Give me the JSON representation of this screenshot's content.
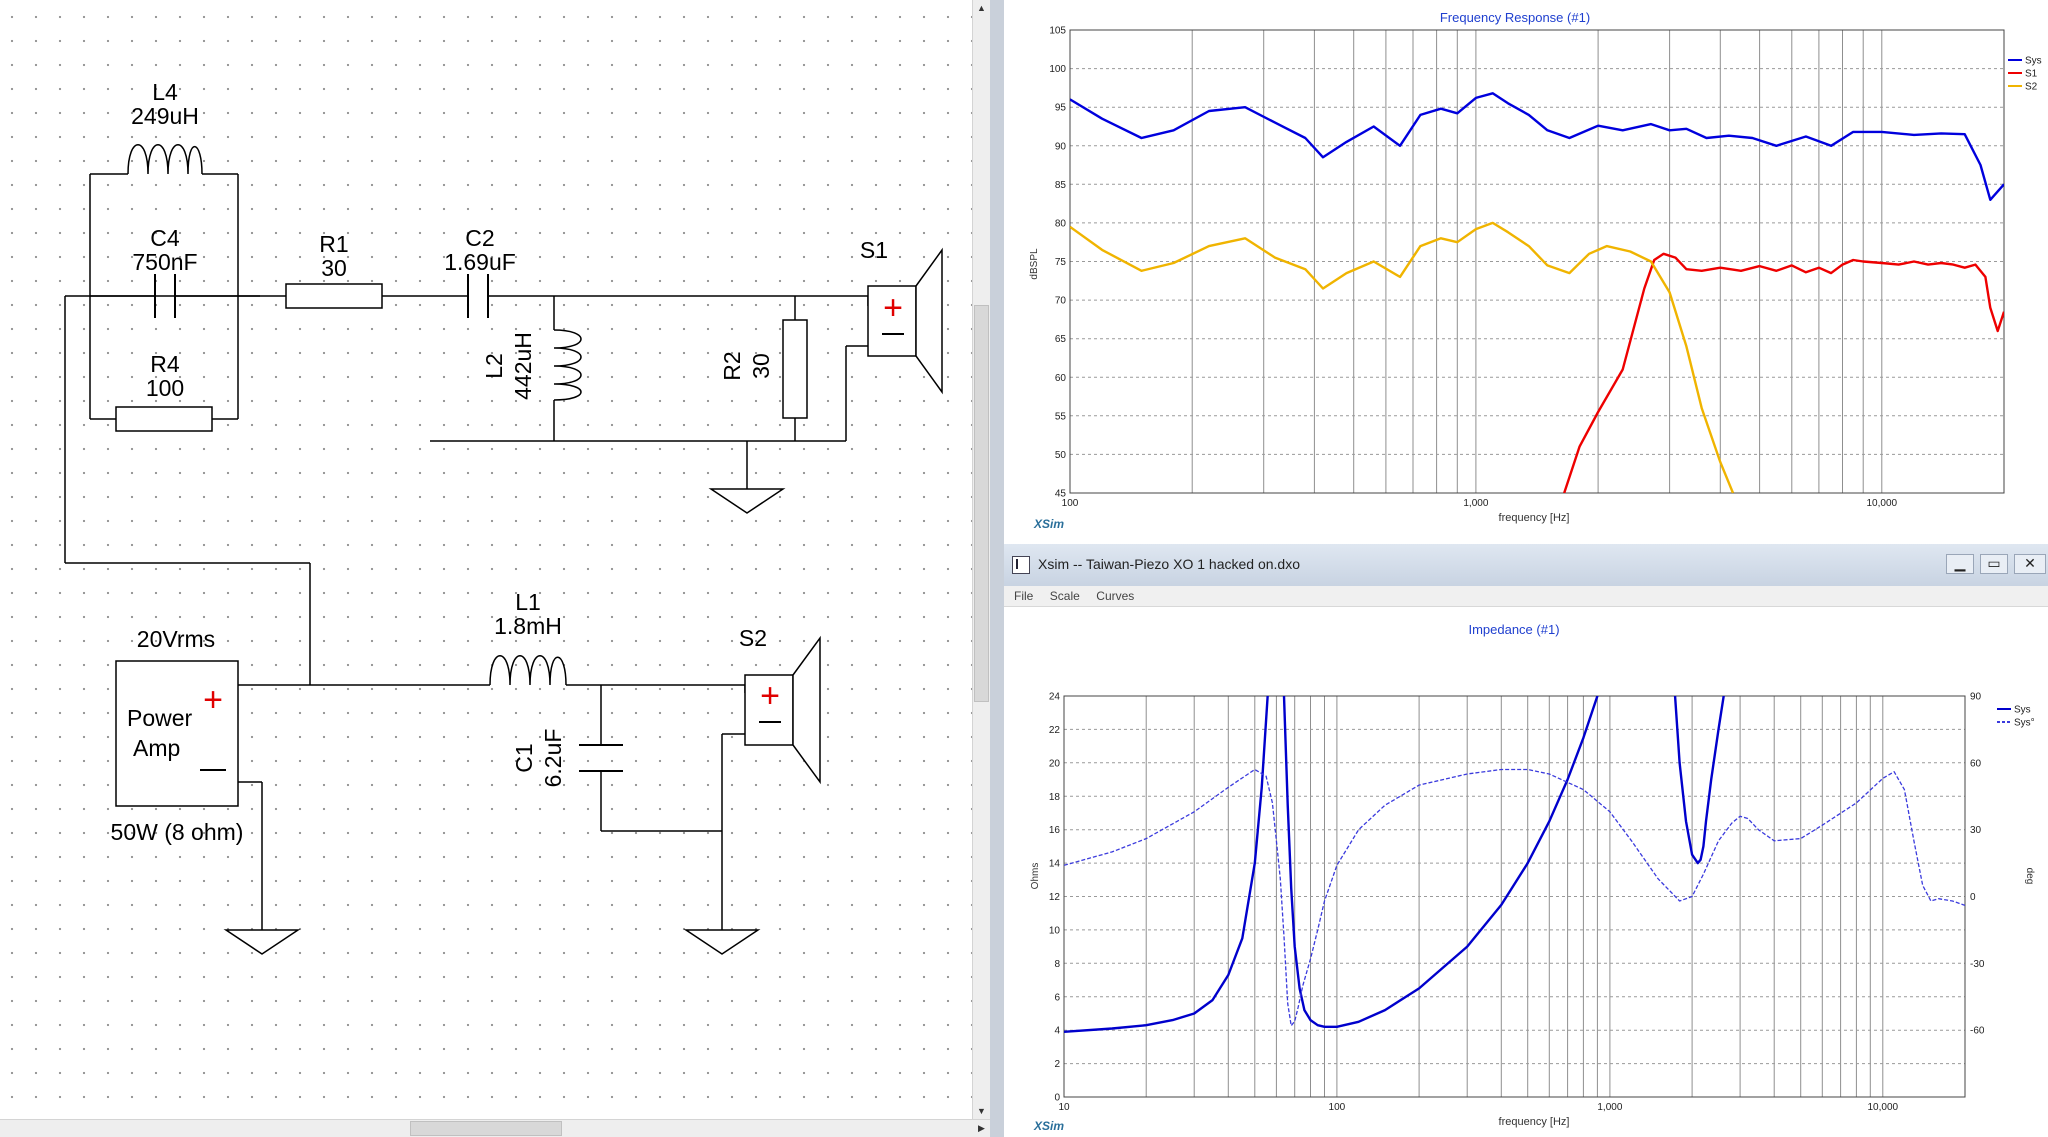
{
  "schematic": {
    "components": [
      {
        "id": "L4",
        "value": "249uH"
      },
      {
        "id": "C4",
        "value": "750nF"
      },
      {
        "id": "R4",
        "value": "100"
      },
      {
        "id": "R1",
        "value": "30"
      },
      {
        "id": "C2",
        "value": "1.69uF"
      },
      {
        "id": "L2",
        "value": "442uH"
      },
      {
        "id": "R2",
        "value": "30"
      },
      {
        "id": "S1",
        "value": ""
      },
      {
        "id": "L1",
        "value": "1.8mH"
      },
      {
        "id": "C1",
        "value": "6.2uF"
      },
      {
        "id": "S2",
        "value": ""
      }
    ],
    "source": {
      "voltage": "20Vrms",
      "line1": "Power",
      "line2": "Amp",
      "rating": "50W (8 ohm)"
    },
    "plus_sign": "+",
    "minus_sign": "−"
  },
  "frequency_window": {
    "chart_data": {
      "type": "line",
      "title": "Frequency Response (#1)",
      "xlabel": "frequency [Hz]",
      "ylabel": "dBSPL",
      "xscale": "log",
      "xlim": [
        100,
        20000
      ],
      "ylim": [
        45,
        105
      ],
      "yticks": [
        45,
        50,
        55,
        60,
        65,
        70,
        75,
        80,
        85,
        90,
        95,
        100,
        105
      ],
      "xtick_labels": [
        {
          "x": 100,
          "label": "100"
        },
        {
          "x": 1000,
          "label": "1,000"
        },
        {
          "x": 10000,
          "label": "10,000"
        }
      ],
      "legend_position": "top-right",
      "series": [
        {
          "name": "Sys",
          "color": "#0000dd",
          "x": [
            100,
            120,
            150,
            180,
            220,
            270,
            320,
            380,
            420,
            480,
            560,
            650,
            730,
            820,
            900,
            1000,
            1100,
            1200,
            1350,
            1500,
            1700,
            2000,
            2300,
            2700,
            3000,
            3300,
            3700,
            4200,
            4800,
            5500,
            6500,
            7500,
            8500,
            10000,
            12000,
            14000,
            16000,
            17500,
            18500,
            20000
          ],
          "y": [
            96,
            93.5,
            91,
            92,
            94.5,
            95,
            93,
            91,
            88.5,
            90.5,
            92.5,
            90,
            94,
            94.8,
            94.2,
            96.2,
            96.8,
            95.5,
            94,
            92,
            91,
            92.6,
            92,
            92.8,
            92,
            92.2,
            91,
            91.3,
            91,
            90,
            91.2,
            90,
            91.8,
            91.8,
            91.4,
            91.6,
            91.5,
            87.5,
            83,
            85
          ]
        },
        {
          "name": "S1",
          "color": "#ee0000",
          "x": [
            1650,
            1800,
            2000,
            2300,
            2600,
            2750,
            2900,
            3100,
            3300,
            3600,
            4000,
            4500,
            5000,
            5500,
            6000,
            6500,
            7000,
            7500,
            8000,
            8500,
            9000,
            10000,
            11000,
            12000,
            13000,
            14000,
            15000,
            16000,
            17000,
            18000,
            18500,
            19300,
            20000
          ],
          "y": [
            45,
            51,
            55.5,
            61,
            71.5,
            75.2,
            76,
            75.5,
            74,
            73.8,
            74.2,
            73.8,
            74.4,
            73.8,
            74.5,
            73.6,
            74.2,
            73.5,
            74.6,
            75.2,
            75,
            74.8,
            74.6,
            75,
            74.6,
            74.8,
            74.6,
            74.2,
            74.6,
            73,
            69,
            66,
            68.5
          ]
        },
        {
          "name": "S2",
          "color": "#f0b400",
          "x": [
            100,
            120,
            150,
            180,
            220,
            270,
            320,
            380,
            420,
            480,
            560,
            650,
            730,
            820,
            900,
            1000,
            1100,
            1200,
            1350,
            1500,
            1700,
            1900,
            2100,
            2400,
            2700,
            3000,
            3300,
            3600,
            4000,
            4300
          ],
          "y": [
            79.5,
            76.5,
            73.8,
            74.8,
            77,
            78,
            75.5,
            74,
            71.5,
            73.5,
            75,
            73,
            77,
            78,
            77.5,
            79.2,
            80,
            78.8,
            77,
            74.5,
            73.5,
            76,
            77,
            76.3,
            75,
            71,
            64,
            56,
            49,
            45
          ]
        }
      ]
    },
    "watermark": "XSim"
  },
  "impedance_window": {
    "title": "Xsim -- Taiwan-Piezo XO 1 hacked on.dxo",
    "menu": [
      "File",
      "Scale",
      "Curves"
    ],
    "buttons": {
      "minimize": "▁",
      "maximize": "▭",
      "close": "✕"
    },
    "chart_data": {
      "type": "line",
      "title": "Impedance (#1)",
      "xlabel": "frequency [Hz]",
      "ylabel": "Ohms",
      "y2label": "deg",
      "xscale": "log",
      "xlim": [
        10,
        20000
      ],
      "ylim": [
        0,
        24
      ],
      "y2lim": [
        -90,
        90
      ],
      "yticks": [
        0,
        2,
        4,
        6,
        8,
        10,
        12,
        14,
        16,
        18,
        20,
        22,
        24
      ],
      "y2ticks": [
        -60,
        -30,
        0,
        30,
        60,
        90
      ],
      "xtick_labels": [
        {
          "x": 10,
          "label": "10"
        },
        {
          "x": 100,
          "label": "100"
        },
        {
          "x": 1000,
          "label": "1,000"
        },
        {
          "x": 10000,
          "label": "10,000"
        }
      ],
      "legend_position": "top-right",
      "series": [
        {
          "name": "Sys",
          "color": "#0000cc",
          "axis": "left",
          "style": "solid",
          "x": [
            10,
            15,
            20,
            25,
            30,
            35,
            40,
            45,
            50,
            53,
            56,
            58,
            60,
            62,
            64,
            66,
            68,
            70,
            73,
            76,
            80,
            85,
            90,
            100,
            120,
            150,
            200,
            300,
            400,
            500,
            600,
            700,
            800,
            900,
            1000,
            1100,
            1300,
            1500,
            1700,
            1800,
            1900,
            2000,
            2100,
            2150,
            2200,
            2250,
            2350,
            2500,
            2700,
            2900,
            3000,
            3100
          ],
          "y": [
            3.9,
            4.1,
            4.3,
            4.6,
            5.0,
            5.8,
            7.3,
            9.5,
            14.0,
            18.5,
            24.5,
            30,
            34,
            30,
            24,
            17.5,
            12.5,
            9,
            6.5,
            5.2,
            4.6,
            4.3,
            4.2,
            4.2,
            4.5,
            5.2,
            6.5,
            9.0,
            11.5,
            14,
            16.5,
            19,
            21.5,
            24,
            27,
            32,
            40,
            42,
            26,
            20,
            16.5,
            14.5,
            14.0,
            14.2,
            15,
            16.5,
            19,
            22,
            25.5,
            30,
            36,
            40
          ]
        },
        {
          "name": "Sys°",
          "color": "#3b3bdd",
          "axis": "right",
          "style": "dashed",
          "x": [
            10,
            15,
            20,
            30,
            40,
            50,
            55,
            58,
            60,
            62,
            64,
            66,
            68,
            70,
            72,
            75,
            80,
            85,
            90,
            100,
            120,
            150,
            200,
            300,
            400,
            500,
            600,
            800,
            1000,
            1200,
            1500,
            1800,
            2000,
            2200,
            2500,
            2800,
            3000,
            3200,
            3500,
            4000,
            5000,
            6000,
            8000,
            10000,
            11000,
            12000,
            13000,
            14000,
            15000,
            16000,
            18000,
            20000
          ],
          "y": [
            14,
            20,
            26,
            38,
            49,
            57,
            54,
            42,
            25,
            8,
            -18,
            -48,
            -58,
            -56,
            -50,
            -40,
            -28,
            -15,
            -2,
            14,
            30,
            41,
            50,
            55,
            57,
            57,
            55,
            48,
            38,
            25,
            8,
            -2,
            0,
            10,
            25,
            33,
            36,
            35,
            30,
            25,
            26,
            32,
            42,
            53,
            56,
            48,
            25,
            5,
            -2,
            -1,
            -2,
            -4
          ]
        }
      ]
    },
    "watermark": "XSim"
  }
}
